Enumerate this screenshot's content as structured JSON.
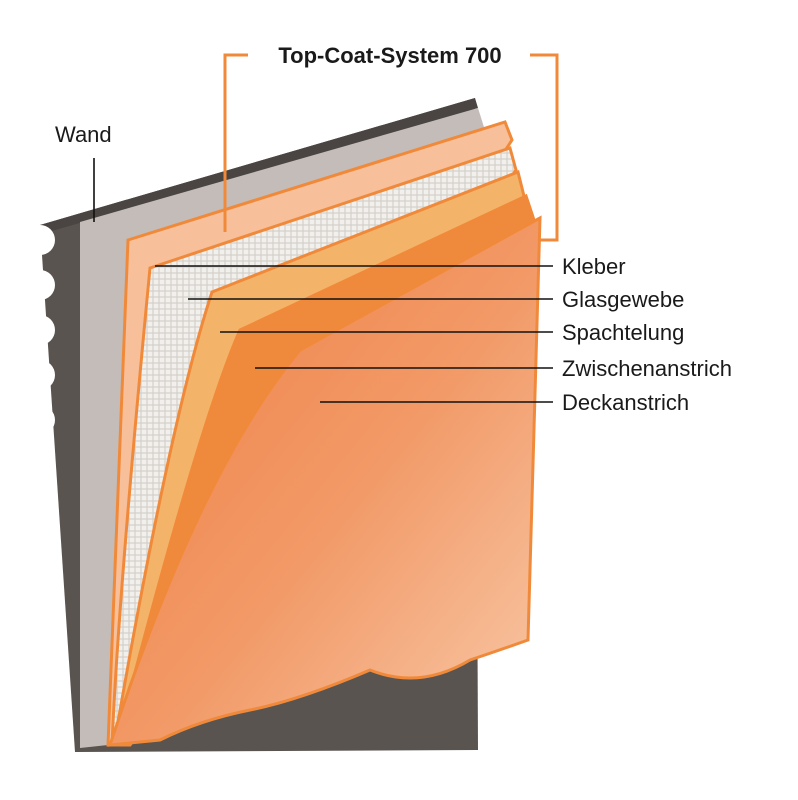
{
  "title": "Top-Coat-System 700",
  "wall_label": "Wand",
  "layers": [
    {
      "key": "kleber",
      "label": "Kleber"
    },
    {
      "key": "glasgewebe",
      "label": "Glasgewebe"
    },
    {
      "key": "spachtelung",
      "label": "Spachtelung"
    },
    {
      "key": "zwischenanstrich",
      "label": "Zwischenanstrich"
    },
    {
      "key": "deckanstrich",
      "label": "Deckanstrich"
    }
  ],
  "colors": {
    "bracket": "#f08a3a",
    "wall_dark": "#5a5450",
    "wall_light": "#c4bcb8",
    "kleber": "#f7c09a",
    "glasgewebe": "#ece9e4",
    "spachtelung": "#f3b46a",
    "zwischenanstrich": "#ef8a3c",
    "deckanstrich": "#f29a68"
  }
}
